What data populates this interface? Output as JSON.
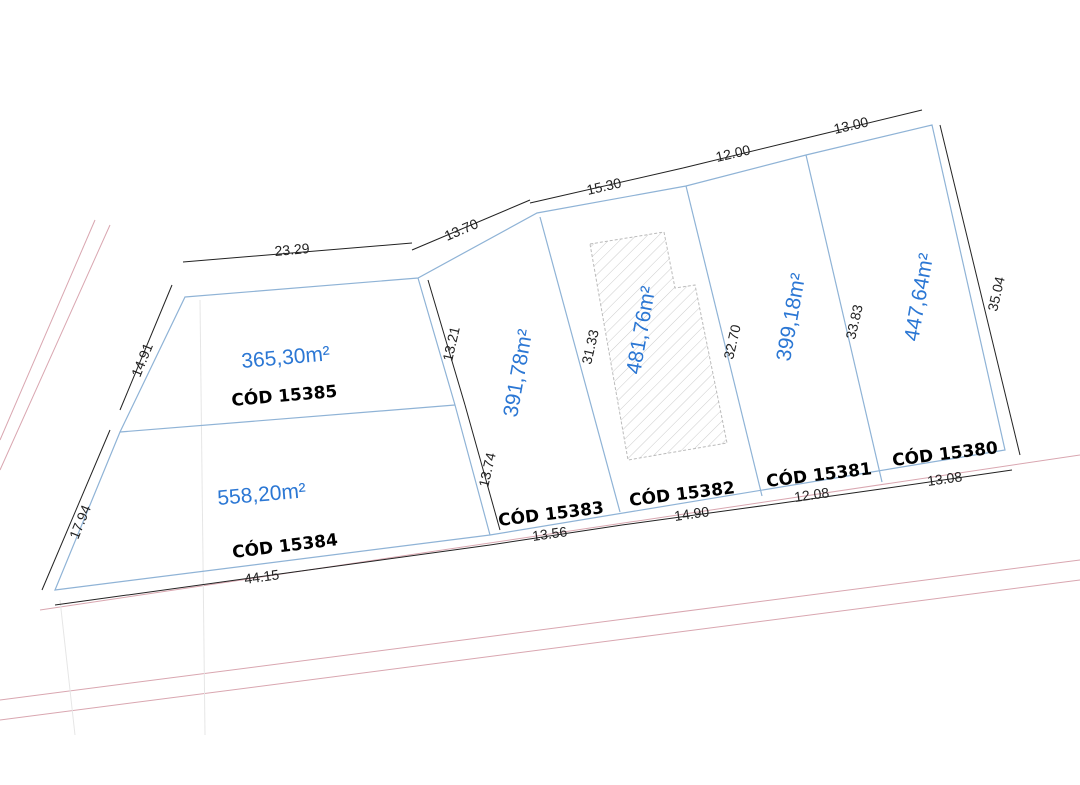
{
  "lots": [
    {
      "code": "CÓD 15385",
      "area": "365,30m²"
    },
    {
      "code": "CÓD 15384",
      "area": "558,20m²"
    },
    {
      "code": "CÓD 15383",
      "area": "391,78m²"
    },
    {
      "code": "CÓD 15382",
      "area": "481,76m²"
    },
    {
      "code": "CÓD 15381",
      "area": "399,18m²"
    },
    {
      "code": "CÓD 15380",
      "area": "447,64m²"
    }
  ],
  "dimensions": {
    "top_15385": "23.29",
    "diag_13_70": "13.70",
    "top_15382": "15.30",
    "top_15381": "12.00",
    "top_15380": "13.00",
    "left_upper": "14.91",
    "left_lower": "17.94",
    "right_15385": "13.21",
    "right_15384": "13.74",
    "div_15383": "31.33",
    "div_15382": "32.70",
    "div_15381": "33.83",
    "right_15380": "35.04",
    "bottom_15384": "44.15",
    "bottom_15383": "13.56",
    "bottom_15382": "14.90",
    "bottom_15381": "12.08",
    "bottom_15380": "13.08"
  },
  "colors": {
    "area_text": "#2b77d4",
    "lot_line": "#8fb3d6",
    "road_line": "#d9a6b0"
  }
}
